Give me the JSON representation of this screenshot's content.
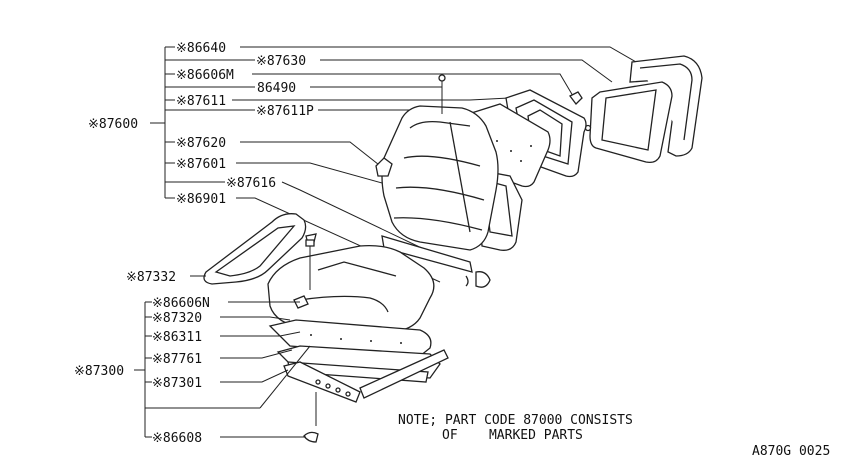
{
  "upper_group": {
    "assembly": "※87600",
    "parts": [
      "※86640",
      "※87630",
      "※86606M",
      "86490",
      "※87611",
      "※87611P",
      "※87620",
      "※87601",
      "※87616",
      "※86901"
    ]
  },
  "cushion_part": "※87332",
  "lower_group": {
    "assembly": "※87300",
    "parts": [
      "※86606N",
      "※87320",
      "※86311",
      "※87761",
      "※87301",
      "※86608"
    ]
  },
  "note": {
    "line1": "NOTE; PART CODE 87000 CONSISTS",
    "line2": "OF    MARKED PARTS"
  },
  "diagram_code": "A870G 0025"
}
